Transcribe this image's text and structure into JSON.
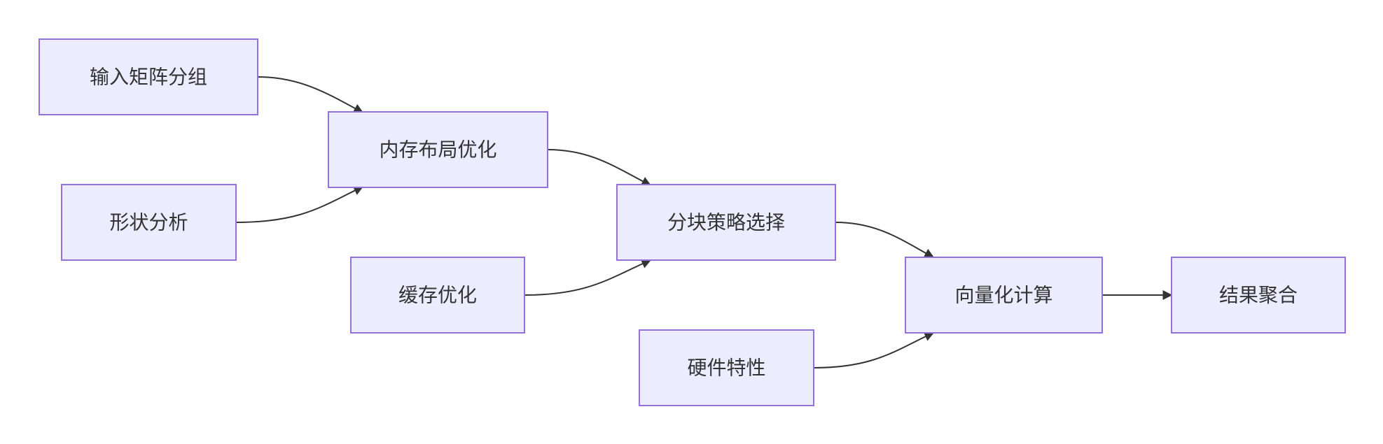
{
  "nodes": {
    "input_grouping": "输入矩阵分组",
    "shape_analysis": "形状分析",
    "memory_layout": "内存布局优化",
    "cache_opt": "缓存优化",
    "tiling": "分块策略选择",
    "hardware": "硬件特性",
    "vectorized": "向量化计算",
    "aggregate": "结果聚合"
  },
  "edges": [
    {
      "from": "input_grouping",
      "to": "memory_layout"
    },
    {
      "from": "shape_analysis",
      "to": "memory_layout"
    },
    {
      "from": "memory_layout",
      "to": "tiling"
    },
    {
      "from": "cache_opt",
      "to": "tiling"
    },
    {
      "from": "tiling",
      "to": "vectorized"
    },
    {
      "from": "hardware",
      "to": "vectorized"
    },
    {
      "from": "vectorized",
      "to": "aggregate"
    }
  ],
  "colors": {
    "node_fill": "#ececff",
    "node_stroke": "#9370db",
    "edge": "#333333",
    "text": "#333333"
  }
}
